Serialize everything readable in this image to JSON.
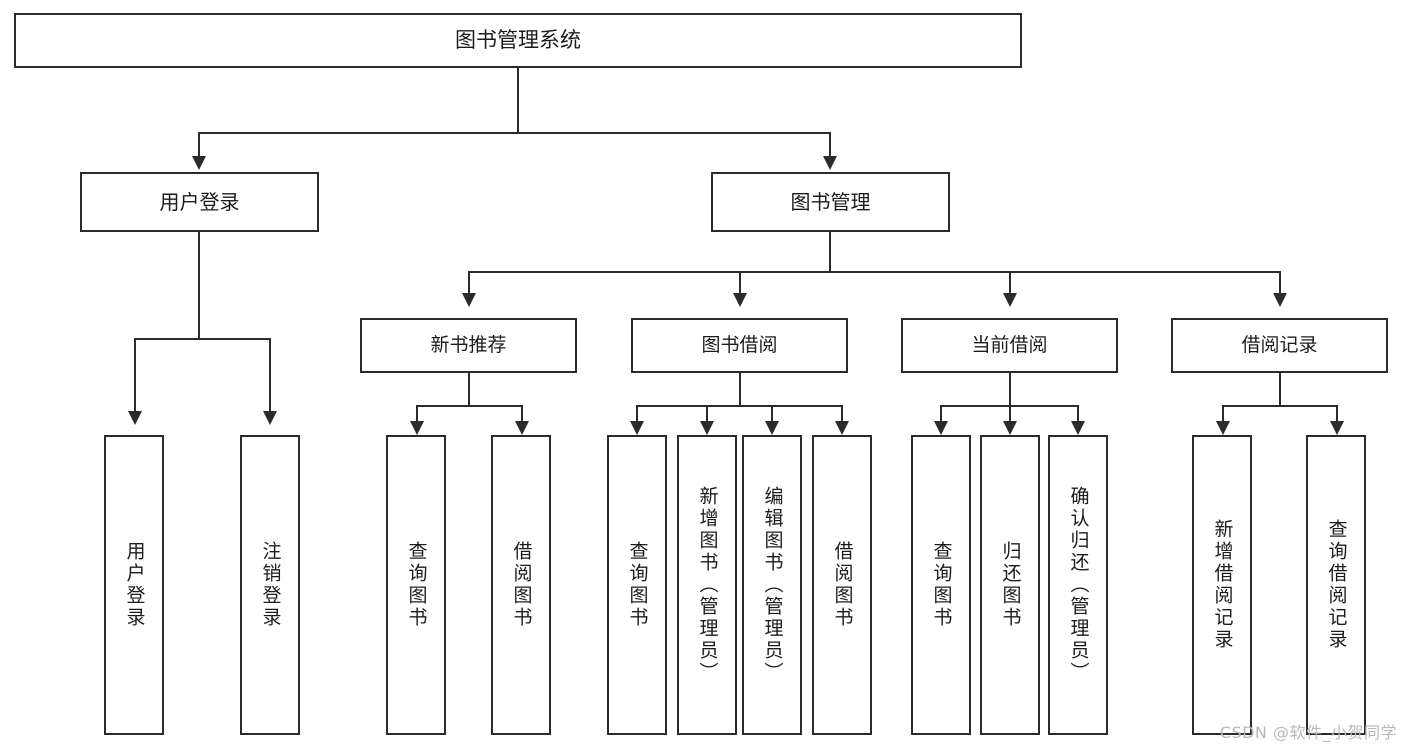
{
  "diagram": {
    "title_node": {
      "label": "图书管理系统"
    },
    "level2": [
      {
        "id": "user-login",
        "label": "用户登录"
      },
      {
        "id": "book-manage",
        "label": "图书管理"
      }
    ],
    "level3": [
      {
        "id": "new-book-recommend",
        "label": "新书推荐"
      },
      {
        "id": "book-borrow",
        "label": "图书借阅"
      },
      {
        "id": "current-borrow",
        "label": "当前借阅"
      },
      {
        "id": "borrow-record",
        "label": "借阅记录"
      }
    ],
    "leaves": {
      "user_login": [
        {
          "id": "leaf-user-login",
          "label": "用户登录"
        },
        {
          "id": "leaf-logout-login",
          "label": "注销登录"
        }
      ],
      "new_book_recommend": [
        {
          "id": "leaf-query-book-1",
          "label": "查询图书"
        },
        {
          "id": "leaf-borrow-book-1",
          "label": "借阅图书"
        }
      ],
      "book_borrow": [
        {
          "id": "leaf-query-book-2",
          "label": "查询图书"
        },
        {
          "id": "leaf-add-book-admin",
          "label": "新增图书（管理员）"
        },
        {
          "id": "leaf-edit-book-admin",
          "label": "编辑图书（管理员）"
        },
        {
          "id": "leaf-borrow-book-2",
          "label": "借阅图书"
        }
      ],
      "current_borrow": [
        {
          "id": "leaf-query-book-3",
          "label": "查询图书"
        },
        {
          "id": "leaf-return-book",
          "label": "归还图书"
        },
        {
          "id": "leaf-confirm-return-admin",
          "label": "确认归还（管理员）"
        }
      ],
      "borrow_record": [
        {
          "id": "leaf-add-borrow-record",
          "label": "新增借阅记录"
        },
        {
          "id": "leaf-query-borrow-record",
          "label": "查询借阅记录"
        }
      ]
    }
  },
  "watermark": {
    "text": "CSDN @软件_小贺同学"
  },
  "colors": {
    "stroke": "#2b2b2b",
    "fill": "#ffffff",
    "text": "#1c1c1c",
    "watermark": "#b9b9b9"
  }
}
